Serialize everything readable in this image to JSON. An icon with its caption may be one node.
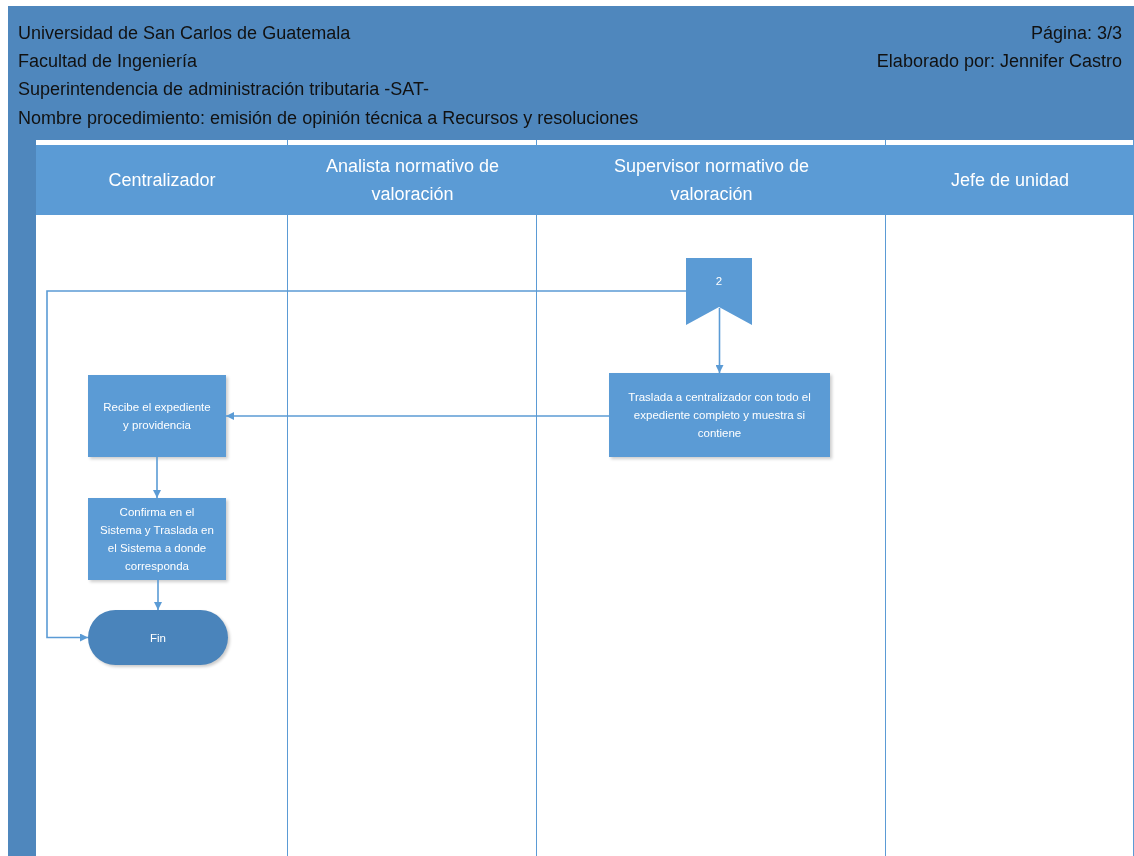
{
  "diagram": {
    "nodes": [
      {
        "text": [
          "Centralizador"
        ]
      },
      {
        "text": [
          "Analista normativo de valoración"
        ]
      },
      {
        "text": [
          "Supervisor normativo de valoración"
        ]
      },
      {
        "text": [
          "Jefe de unidad"
        ]
      },
      {
        "text": [
          "2"
        ]
      },
      {
        "text": [
          "Traslada a centralizador con todo el expediente completo y muestra si contiene"
        ]
      },
      {
        "text": [
          "Recibe el expediente y providencia"
        ]
      },
      {
        "text": [
          "Confirma en el Sistema y Traslada en el Sistema a donde corresponda"
        ]
      },
      {
        "text": [
          "Fin"
        ]
      }
    ],
    "edges": [
      {
        "from": 4,
        "to": 5,
        "arrow": "to"
      },
      {
        "from": 5,
        "to": 6,
        "arrow": "to"
      },
      {
        "from": 6,
        "to": 7,
        "arrow": "to"
      },
      {
        "from": 7,
        "to": 8,
        "arrow": "to"
      },
      {
        "from": 4,
        "to": 8,
        "arrow": "to"
      }
    ],
    "labels": [
      "Universidad de San Carlos de Guatemala",
      "Página: 3/3",
      "Facultad de Ingeniería",
      "Elaborado por: Jennifer Castro",
      "Superintendencia de administración tributaria -SAT-",
      "Nombre procedimiento: emisión de opinión técnica a Recursos y resoluciones"
    ]
  }
}
